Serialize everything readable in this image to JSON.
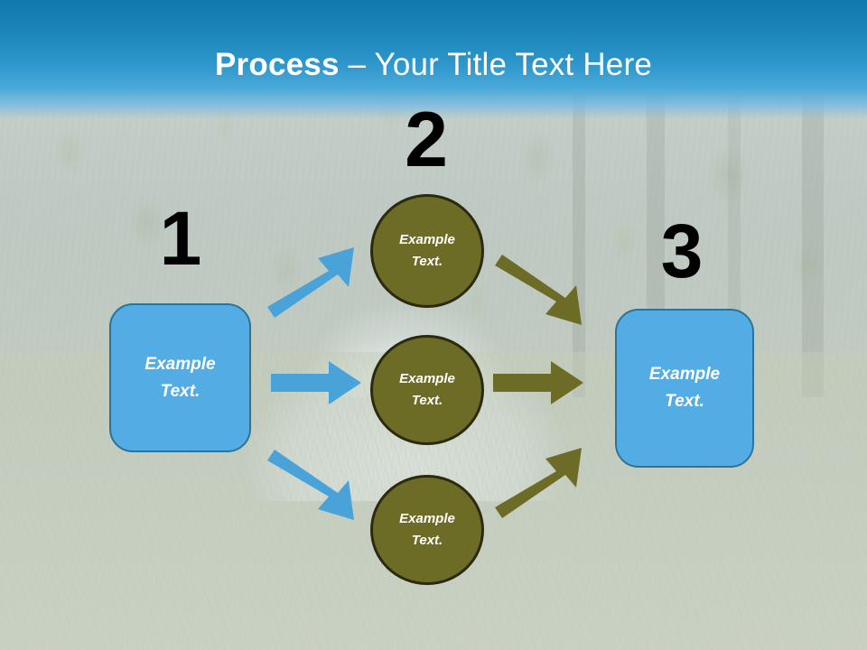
{
  "slide": {
    "title": {
      "bold_part": "Process",
      "rest_part": " – Your Title Text Here",
      "color": "#ffffff"
    },
    "banner_color_top": "#1279ad",
    "banner_color_bottom": "#4aa9da"
  },
  "steps": [
    {
      "number": "1"
    },
    {
      "number": "2"
    },
    {
      "number": "3"
    }
  ],
  "boxes": {
    "left": {
      "line1": "Example",
      "line2": "Text.",
      "fill": "#53ace3",
      "border": "#2c7396"
    },
    "right": {
      "line1": "Example",
      "line2": "Text.",
      "fill": "#53ace3",
      "border": "#2c7396"
    }
  },
  "circles": [
    {
      "line1": "Example",
      "line2": "Text.",
      "fill": "#6d6c26",
      "border": "#2a2a10"
    },
    {
      "line1": "Example",
      "line2": "Text.",
      "fill": "#6d6c26",
      "border": "#2a2a10"
    },
    {
      "line1": "Example",
      "line2": "Text.",
      "fill": "#6d6c26",
      "border": "#2a2a10"
    }
  ],
  "arrows": {
    "blue_color": "#4aa3d8",
    "olive_color": "#6d6c26"
  }
}
